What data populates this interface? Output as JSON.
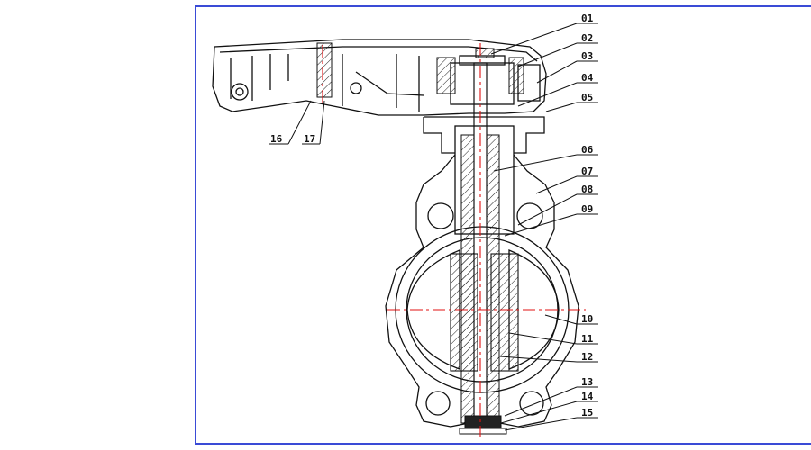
{
  "diagram": {
    "colors": {
      "frame": "#3a4bd6",
      "line": "#111111",
      "centerline": "#e01010",
      "hatch": "#222222"
    },
    "callouts": [
      {
        "id": "01",
        "label": "01"
      },
      {
        "id": "02",
        "label": "02"
      },
      {
        "id": "03",
        "label": "03"
      },
      {
        "id": "04",
        "label": "04"
      },
      {
        "id": "05",
        "label": "05"
      },
      {
        "id": "06",
        "label": "06"
      },
      {
        "id": "07",
        "label": "07"
      },
      {
        "id": "08",
        "label": "08"
      },
      {
        "id": "09",
        "label": "09"
      },
      {
        "id": "10",
        "label": "10"
      },
      {
        "id": "11",
        "label": "11"
      },
      {
        "id": "12",
        "label": "12"
      },
      {
        "id": "13",
        "label": "13"
      },
      {
        "id": "14",
        "label": "14"
      },
      {
        "id": "15",
        "label": "15"
      },
      {
        "id": "16",
        "label": "16"
      },
      {
        "id": "17",
        "label": "17"
      }
    ]
  }
}
